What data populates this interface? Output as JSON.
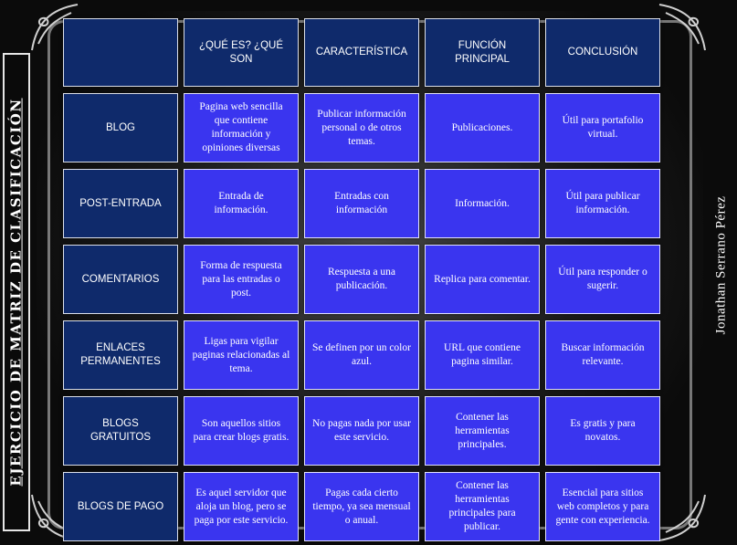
{
  "page": {
    "title": "EJERCICIO DE  MATRIZ DE CLASIFICACIÓN",
    "author": "Jonathan Serrano Pérez"
  },
  "colors": {
    "header_bg": "#0f2a6b",
    "cell_bg": "#3a35ef",
    "background": "#0b0b0b",
    "text": "#ffffff"
  },
  "headers": [
    "",
    "¿QUÉ ES? ¿QUÉ SON",
    "CARACTERÍSTICA",
    "FUNCIÓN PRINCIPAL",
    "CONCLUSIÓN"
  ],
  "rows": [
    {
      "label": "BLOG",
      "que_es": "Pagina web sencilla que contiene información y opiniones diversas",
      "caracteristica": "Publicar información personal o de otros temas.",
      "funcion": "Publicaciones.",
      "conclusion": "Útil para portafolio virtual."
    },
    {
      "label": "POST-ENTRADA",
      "que_es": "Entrada de información.",
      "caracteristica": "Entradas con información",
      "funcion": "Información.",
      "conclusion": "Útil para publicar información."
    },
    {
      "label": "COMENTARIOS",
      "que_es": "Forma de respuesta para las entradas o post.",
      "caracteristica": "Respuesta a una publicación.",
      "funcion": "Replica para comentar.",
      "conclusion": "Útil para responder o sugerir."
    },
    {
      "label": "ENLACES PERMANENTES",
      "que_es": "Ligas para vigilar paginas relacionadas al tema.",
      "caracteristica": "Se definen por un color azul.",
      "funcion": "URL que contiene pagina similar.",
      "conclusion": "Buscar información relevante."
    },
    {
      "label": "BLOGS GRATUITOS",
      "que_es": "Son aquellos sitios para crear blogs gratis.",
      "caracteristica": "No pagas nada por usar este servicio.",
      "funcion": "Contener las herramientas principales.",
      "conclusion": "Es gratis y para novatos."
    },
    {
      "label": "BLOGS DE PAGO",
      "que_es": "Es aquel servidor que aloja un blog, pero se paga por este servicio.",
      "caracteristica": "Pagas cada cierto tiempo, ya sea mensual o anual.",
      "funcion": "Contener las herramientas principales  para publicar.",
      "conclusion": "Esencial para sitios web completos y para gente con experiencia."
    }
  ]
}
